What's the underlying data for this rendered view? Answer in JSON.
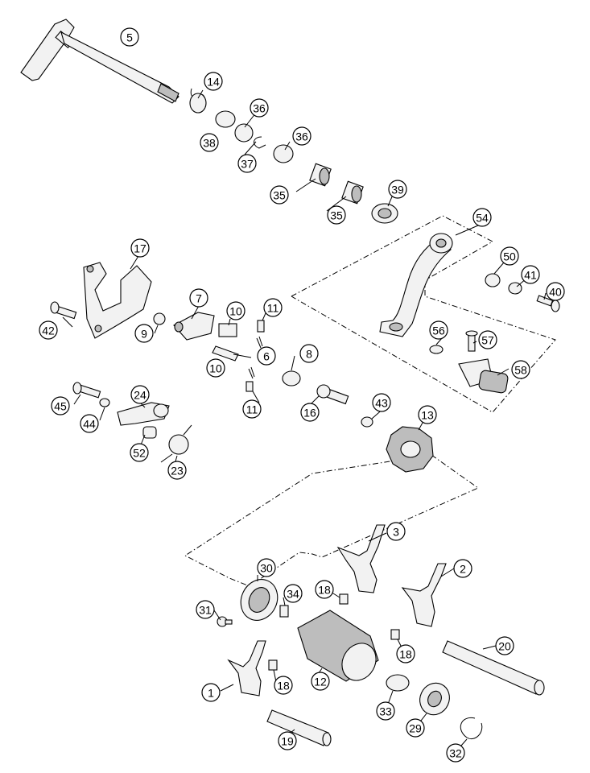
{
  "diagram": {
    "callouts": [
      {
        "id": "c5",
        "label": "5"
      },
      {
        "id": "c14",
        "label": "14"
      },
      {
        "id": "c36a",
        "label": "36"
      },
      {
        "id": "c38",
        "label": "38"
      },
      {
        "id": "c37",
        "label": "37"
      },
      {
        "id": "c36b",
        "label": "36"
      },
      {
        "id": "c35a",
        "label": "35"
      },
      {
        "id": "c35b",
        "label": "35"
      },
      {
        "id": "c39",
        "label": "39"
      },
      {
        "id": "c54",
        "label": "54"
      },
      {
        "id": "c50",
        "label": "50"
      },
      {
        "id": "c41",
        "label": "41"
      },
      {
        "id": "c40",
        "label": "40"
      },
      {
        "id": "c56",
        "label": "56"
      },
      {
        "id": "c57",
        "label": "57"
      },
      {
        "id": "c58",
        "label": "58"
      },
      {
        "id": "c17",
        "label": "17"
      },
      {
        "id": "c42",
        "label": "42"
      },
      {
        "id": "c9",
        "label": "9"
      },
      {
        "id": "c7",
        "label": "7"
      },
      {
        "id": "c10a",
        "label": "10"
      },
      {
        "id": "c11a",
        "label": "11"
      },
      {
        "id": "c6",
        "label": "6"
      },
      {
        "id": "c10b",
        "label": "10"
      },
      {
        "id": "c8",
        "label": "8"
      },
      {
        "id": "c11b",
        "label": "11"
      },
      {
        "id": "c16",
        "label": "16"
      },
      {
        "id": "c43",
        "label": "43"
      },
      {
        "id": "c13",
        "label": "13"
      },
      {
        "id": "c45",
        "label": "45"
      },
      {
        "id": "c24",
        "label": "24"
      },
      {
        "id": "c44",
        "label": "44"
      },
      {
        "id": "c52",
        "label": "52"
      },
      {
        "id": "c23",
        "label": "23"
      },
      {
        "id": "c3",
        "label": "3"
      },
      {
        "id": "c30",
        "label": "30"
      },
      {
        "id": "c34",
        "label": "34"
      },
      {
        "id": "c18a",
        "label": "18"
      },
      {
        "id": "c2",
        "label": "2"
      },
      {
        "id": "c31",
        "label": "31"
      },
      {
        "id": "c18b",
        "label": "18"
      },
      {
        "id": "c20",
        "label": "20"
      },
      {
        "id": "c1",
        "label": "1"
      },
      {
        "id": "c18c",
        "label": "18"
      },
      {
        "id": "c12",
        "label": "12"
      },
      {
        "id": "c33",
        "label": "33"
      },
      {
        "id": "c29",
        "label": "29"
      },
      {
        "id": "c19",
        "label": "19"
      },
      {
        "id": "c32",
        "label": "32"
      }
    ]
  }
}
